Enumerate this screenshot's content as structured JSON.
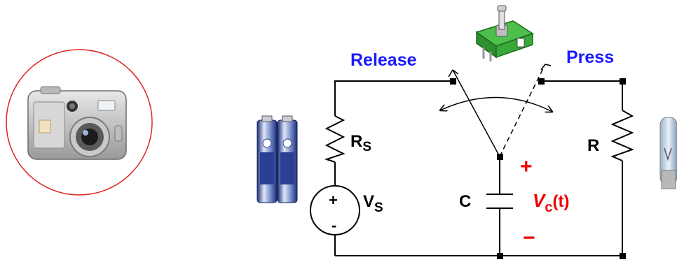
{
  "switch": {
    "release_label": "Release",
    "press_label": "Press"
  },
  "source": {
    "resistor_main": "R",
    "resistor_sub": "S",
    "voltage_main": "V",
    "voltage_sub": "S",
    "plus": "+",
    "minus": "-"
  },
  "capacitor": {
    "label": "C",
    "voltage_main": "V",
    "voltage_sub": "c",
    "voltage_arg": "(t)",
    "plus": "+",
    "minus": "−"
  },
  "load": {
    "label": "R"
  },
  "colors": {
    "switch_label": "#1a1aff",
    "cap_voltage": "#ee0000",
    "wire": "#000000",
    "camera_ring": "#dd2222"
  },
  "icons": {
    "camera": "camera-icon",
    "batteries": "battery-icon",
    "switch_component": "push-switch-icon",
    "bulb": "bulb-icon"
  }
}
